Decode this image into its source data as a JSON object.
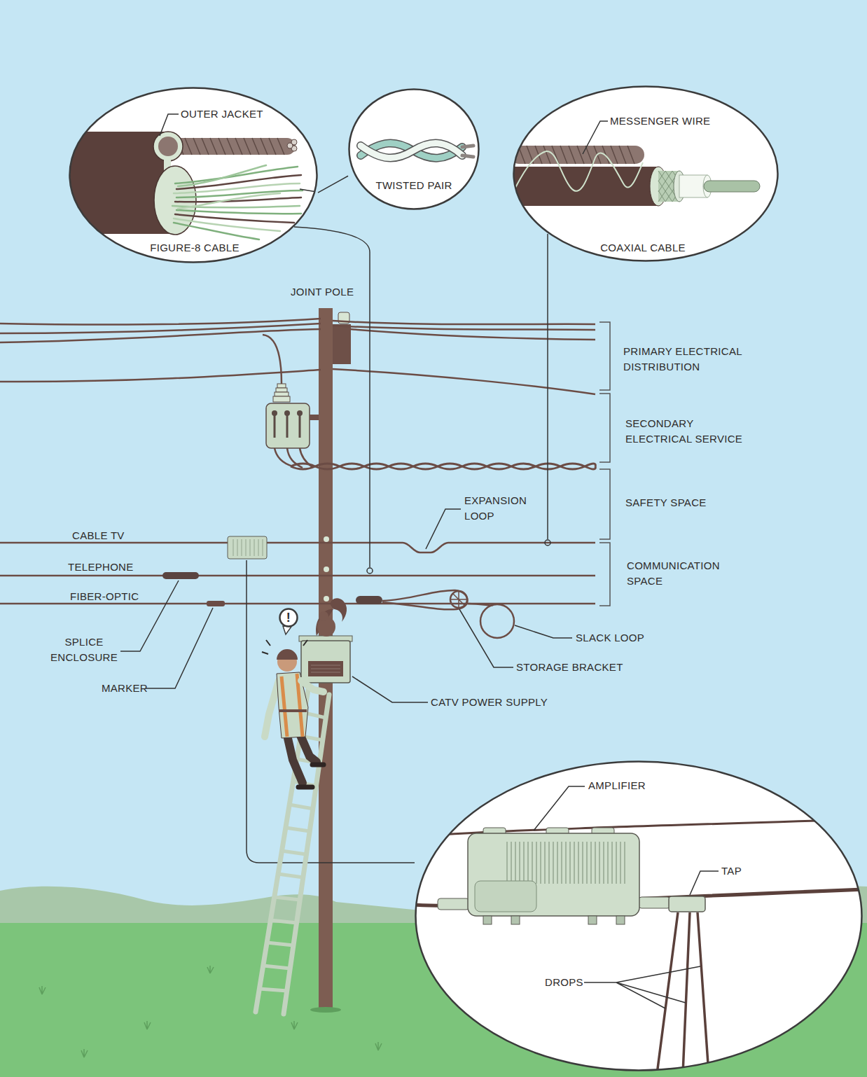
{
  "diagram": {
    "nodes": [
      {
        "text": [
          "OUTER JACKET",
          "FIGURE-8 CABLE"
        ]
      },
      {
        "text": [
          "TWISTED PAIR"
        ]
      },
      {
        "text": [
          "MESSENGER WIRE",
          "COAXIAL CABLE"
        ]
      },
      {
        "text": [
          "!"
        ]
      },
      {
        "text": [
          "AMPLIFIER",
          "TAP",
          "DROPS"
        ]
      }
    ],
    "edges": [
      {
        "from": 0,
        "to": 1,
        "arrow": "none"
      }
    ],
    "labels": [
      "JOINT POLE",
      "PRIMARY ELECTRICAL DISTRIBUTION",
      "SECONDARY ELECTRICAL SERVICE",
      "EXPANSION LOOP",
      "SAFETY SPACE",
      "CABLE TV",
      "COMMUNICATION SPACE",
      "TELEPHONE",
      "FIBER-OPTIC",
      "SLACK LOOP",
      "SPLICE ENCLOSURE",
      "STORAGE BRACKET",
      "MARKER",
      "CATV POWER SUPPLY"
    ]
  }
}
